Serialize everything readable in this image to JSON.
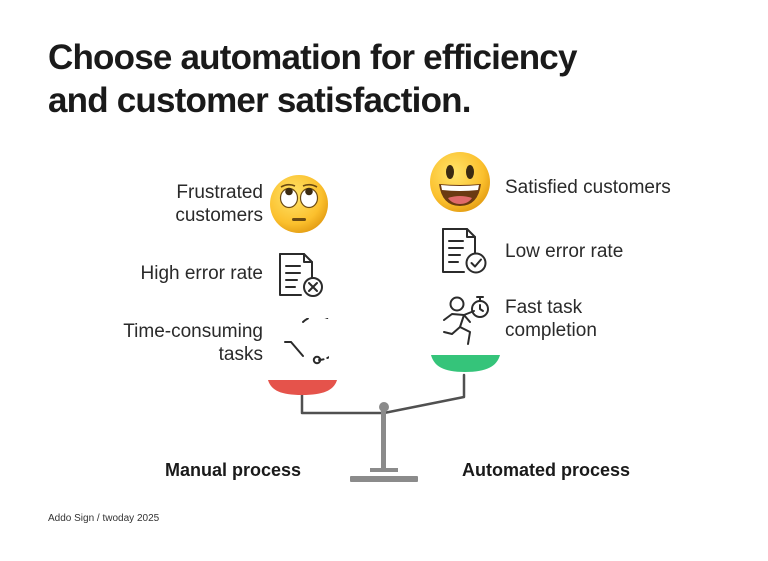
{
  "title": {
    "line1": "Choose automation for efficiency",
    "line2": "and customer satisfaction."
  },
  "manual": {
    "process_label": "Manual process",
    "pan_color": "#e5534b",
    "items": [
      {
        "line1": "Frustrated",
        "line2": "customers",
        "icon": "eye-roll-emoji-icon"
      },
      {
        "line1": "High error rate",
        "line2": "",
        "icon": "document-error-icon"
      },
      {
        "line1": "Time-consuming",
        "line2": "tasks",
        "icon": "stopwatch-icon"
      }
    ]
  },
  "automated": {
    "process_label": "Automated process",
    "pan_color": "#35c47a",
    "items": [
      {
        "line1": "Satisfied customers",
        "line2": "",
        "icon": "grinning-emoji-icon"
      },
      {
        "line1": "Low error rate",
        "line2": "",
        "icon": "document-check-icon"
      },
      {
        "line1": "Fast task",
        "line2": "completion",
        "icon": "running-person-timer-icon"
      }
    ]
  },
  "footer": "Addo Sign / twoday 2025"
}
